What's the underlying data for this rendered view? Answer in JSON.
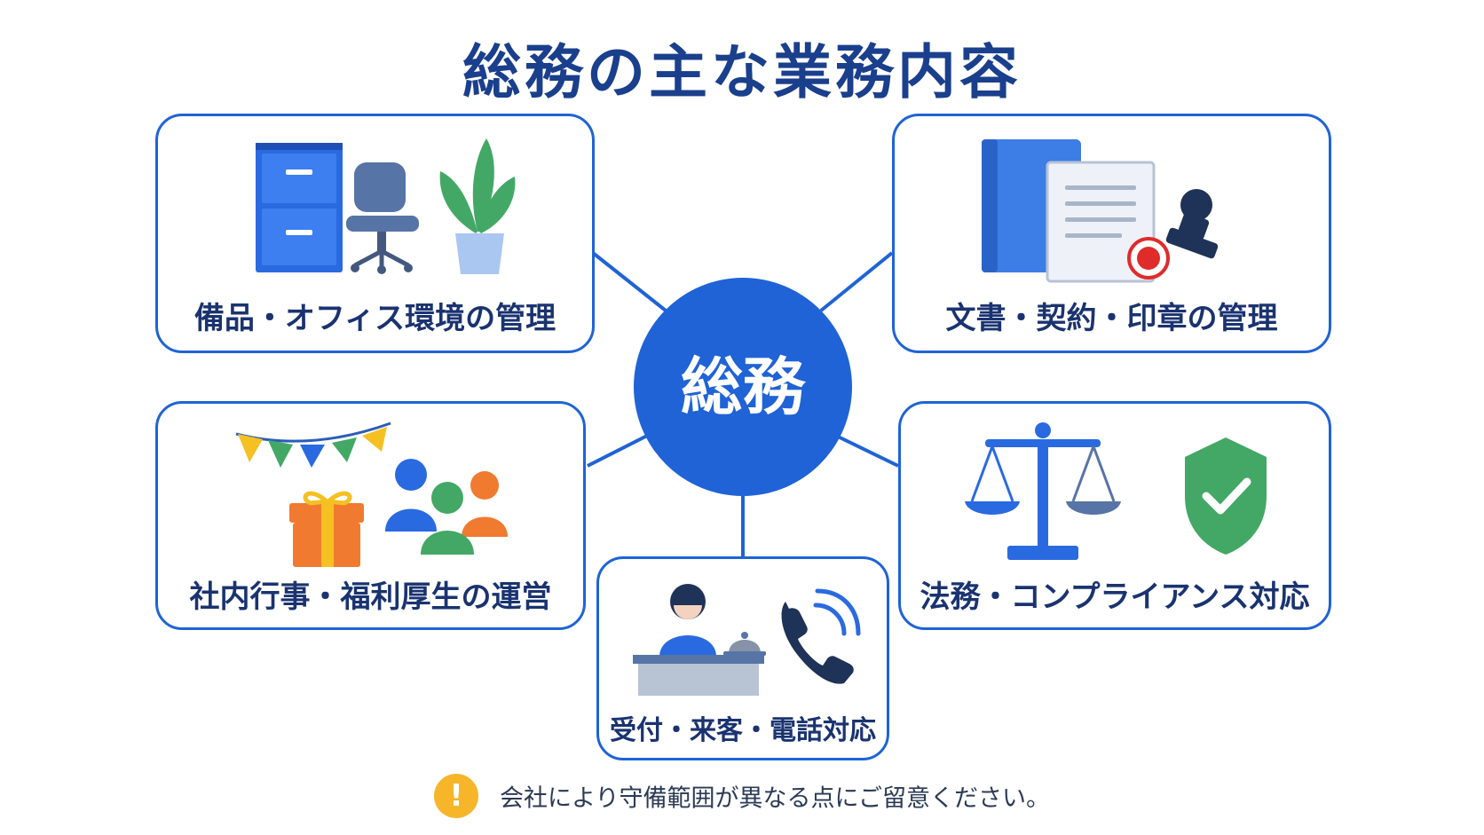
{
  "title": "総務の主な業務内容",
  "center": {
    "label": "総務"
  },
  "cards": [
    {
      "label": "備品・オフィス環境の管理",
      "icons": [
        "filing-cabinet-icon",
        "office-chair-icon",
        "potted-plant-icon"
      ]
    },
    {
      "label": "文書・契約・印章の管理",
      "icons": [
        "binder-icon",
        "document-icon",
        "seal-stamp-icon"
      ]
    },
    {
      "label": "社内行事・福利厚生の運営",
      "icons": [
        "bunting-icon",
        "gift-icon",
        "people-group-icon"
      ]
    },
    {
      "label": "法務・コンプライアンス対応",
      "icons": [
        "scales-icon",
        "shield-check-icon"
      ]
    },
    {
      "label": "受付・来客・電話対応",
      "icons": [
        "receptionist-icon",
        "service-bell-icon",
        "phone-icon"
      ]
    }
  ],
  "note": {
    "icon": "exclamation-icon",
    "symbol": "!",
    "text": "会社により守備範囲が異なる点にご留意ください。"
  },
  "colors": {
    "primary": "#1f63d6",
    "title": "#1a3f8c",
    "label": "#1a3370",
    "warning": "#f7b52a",
    "green": "#43a866",
    "orange": "#f07a30",
    "yellow": "#f5c022"
  }
}
